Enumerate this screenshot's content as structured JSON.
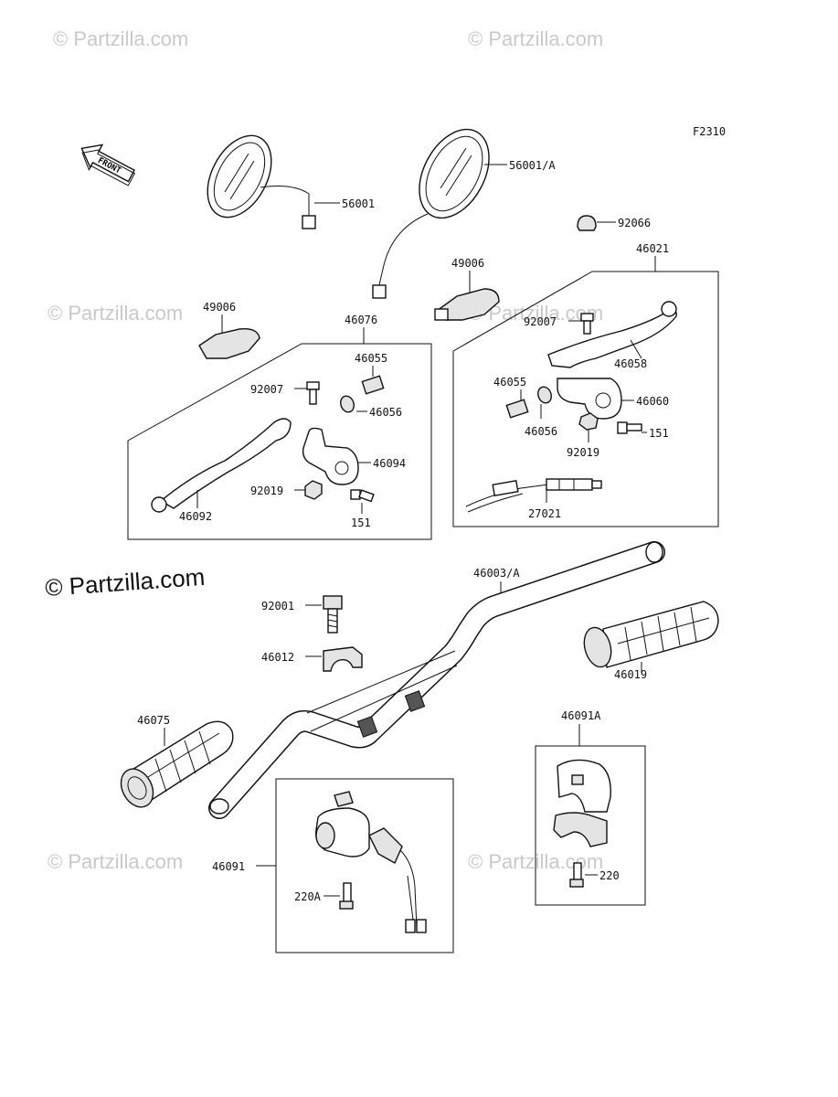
{
  "diagram_code": "F2310",
  "front_arrow": {
    "text": "FRONT",
    "icon": "front-direction-arrow-icon"
  },
  "watermark": "© Partzilla.com",
  "watermark_logo": "© Partzilla.com",
  "labels": {
    "mirror_left": "56001",
    "mirror_right": "56001/A",
    "cap": "92066",
    "lever_holder_right_box": "46021",
    "grip_cover_right": "49006",
    "grip_cover_left": "49006",
    "lever_holder_left_box": "46076",
    "bolt_92007_right": "92007",
    "lever_right": "46058",
    "adjuster_right": "46055",
    "holder_right": "46060",
    "locknut_right": "46056",
    "bolt_151_right": "151",
    "nut_right": "92019",
    "cable_switch": "27021",
    "adjuster_left": "46055",
    "bolt_92007_left": "92007",
    "locknut_left": "46056",
    "holder_left": "46094",
    "nut_left": "92019",
    "lever_left": "46092",
    "bolt_151_left": "151",
    "handlebar": "46003/A",
    "bolt_92001": "92001",
    "clamp": "46012",
    "grip_right": "46019",
    "grip_left": "46075",
    "throttle_box": "46091A",
    "switch_box": "46091",
    "screw_220A": "220A",
    "screw_220": "220"
  }
}
